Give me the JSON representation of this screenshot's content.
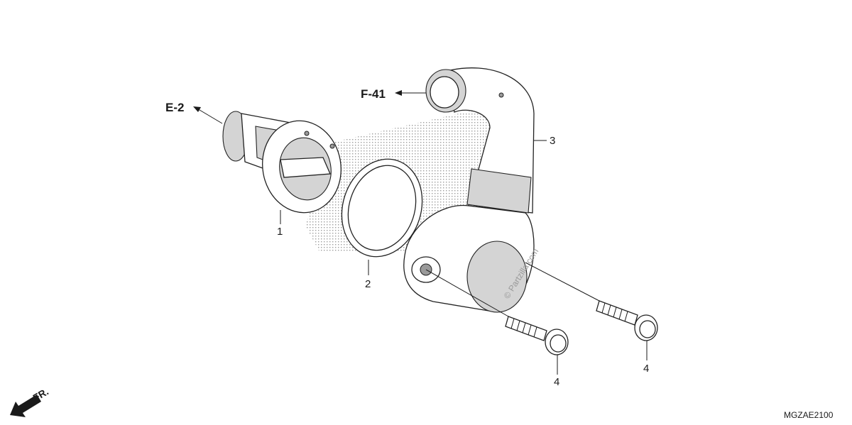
{
  "diagram": {
    "callouts": [
      {
        "id": "thermostat",
        "number": "1"
      },
      {
        "id": "o-ring",
        "number": "2"
      },
      {
        "id": "thermostat-housing-hose",
        "number": "3"
      },
      {
        "id": "bolt-left",
        "number": "4"
      },
      {
        "id": "bolt-right",
        "number": "4"
      }
    ],
    "references": {
      "e2": "E-2",
      "f41": "F-41"
    },
    "direction_label": "FR.",
    "watermark": "© Partzilla.com",
    "diagram_code": "MGZAE2100"
  }
}
